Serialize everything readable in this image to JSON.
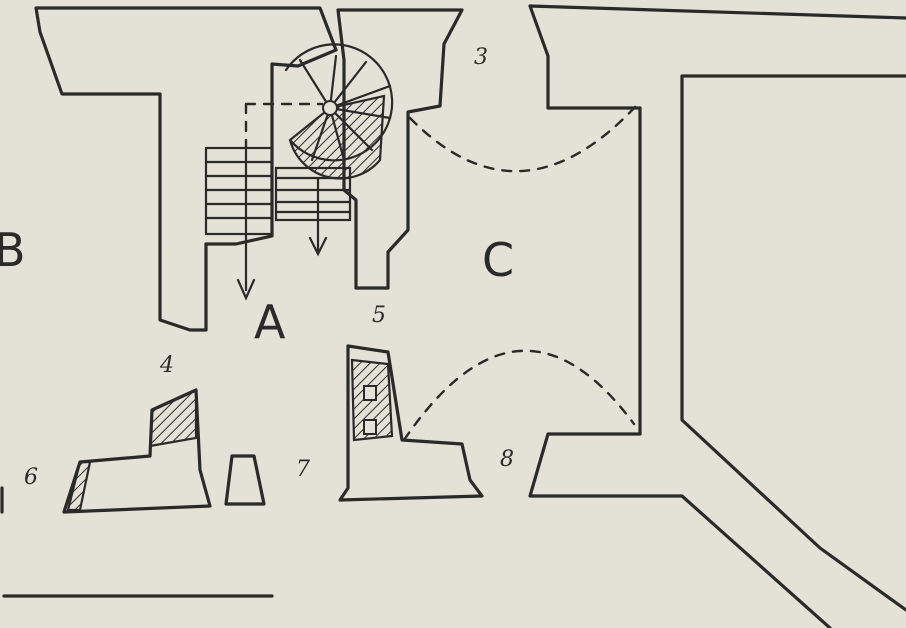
{
  "labels": {
    "area_a": "A",
    "area_b": "B",
    "area_c": "C",
    "n3": "3",
    "n4": "4",
    "n5": "5",
    "n6": "6",
    "n7": "7",
    "n8": "8"
  },
  "colors": {
    "paper": "#e4e2d6",
    "ink": "#2a2a2a"
  }
}
